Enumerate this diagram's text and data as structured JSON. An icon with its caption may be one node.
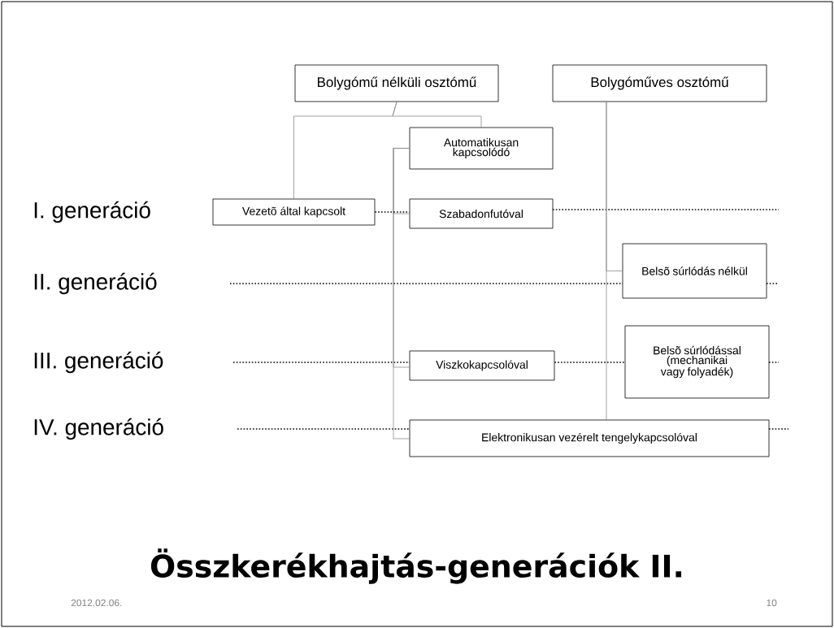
{
  "diagram": {
    "title": "Összkerékhajtás-generációk II.",
    "nodes": [
      {
        "text": [
          "Bolygómű nélküli osztómű"
        ]
      },
      {
        "text": [
          "Bolygóműves osztómű"
        ]
      },
      {
        "text": [
          "Automatikusan kapcsolódó"
        ]
      },
      {
        "text": [
          "Vezetõ által kapcsolt"
        ]
      },
      {
        "text": [
          "Szabadonfutóval"
        ]
      },
      {
        "text": [
          "Belsõ súrlódás nélkül"
        ]
      },
      {
        "text": [
          "Viszkokapcsolóval"
        ]
      },
      {
        "text": [
          "Belsõ súrlódással (mechanikai vagy folyadék)"
        ]
      },
      {
        "text": [
          "Elektronikusan vezérelt tengelykapcsolóval"
        ]
      }
    ],
    "edges": [
      {
        "from": 0,
        "to": 3,
        "arrow": "none"
      },
      {
        "from": 0,
        "to": 2,
        "arrow": "none"
      },
      {
        "from": 2,
        "to": 4,
        "arrow": "none"
      },
      {
        "from": 2,
        "to": 6,
        "arrow": "none"
      },
      {
        "from": 2,
        "to": 8,
        "arrow": "none"
      },
      {
        "from": 1,
        "to": 5,
        "arrow": "none"
      },
      {
        "from": 1,
        "to": 8,
        "arrow": "none"
      },
      {
        "from": 3,
        "to": 4,
        "arrow": "none",
        "style": "dashed",
        "color": "#000000"
      },
      {
        "from": 6,
        "to": 7,
        "arrow": "none",
        "style": "dashed",
        "color": "#000000"
      }
    ],
    "labels": [
      "I. generáció",
      "II. generáció",
      "III. generáció",
      "IV. generáció",
      "2012.02.06.",
      "10"
    ]
  }
}
